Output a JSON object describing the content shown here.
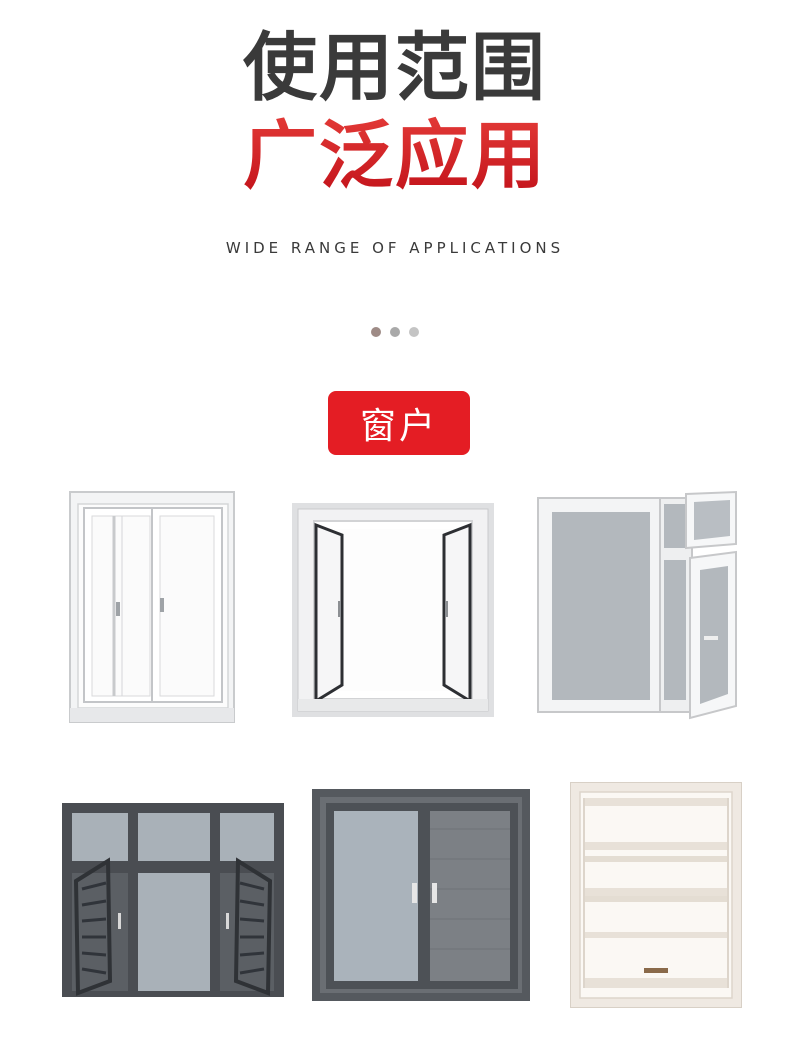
{
  "header": {
    "title_cn": "使用范围",
    "subtitle_cn": "广泛应用",
    "title_en": "WIDE RANGE OF APPLICATIONS"
  },
  "dots": [
    "#9e8b86",
    "#a9a9a9",
    "#c4c4c4"
  ],
  "category_badge": {
    "label": "窗户",
    "color": "#e41d24"
  },
  "gallery": [
    {
      "icon": "sliding-window-icon"
    },
    {
      "icon": "casement-window-open-icon"
    },
    {
      "icon": "tilt-turn-window-icon"
    },
    {
      "icon": "grey-casement-window-icon"
    },
    {
      "icon": "sliding-window-with-screen-icon"
    },
    {
      "icon": "sash-window-icon"
    }
  ]
}
